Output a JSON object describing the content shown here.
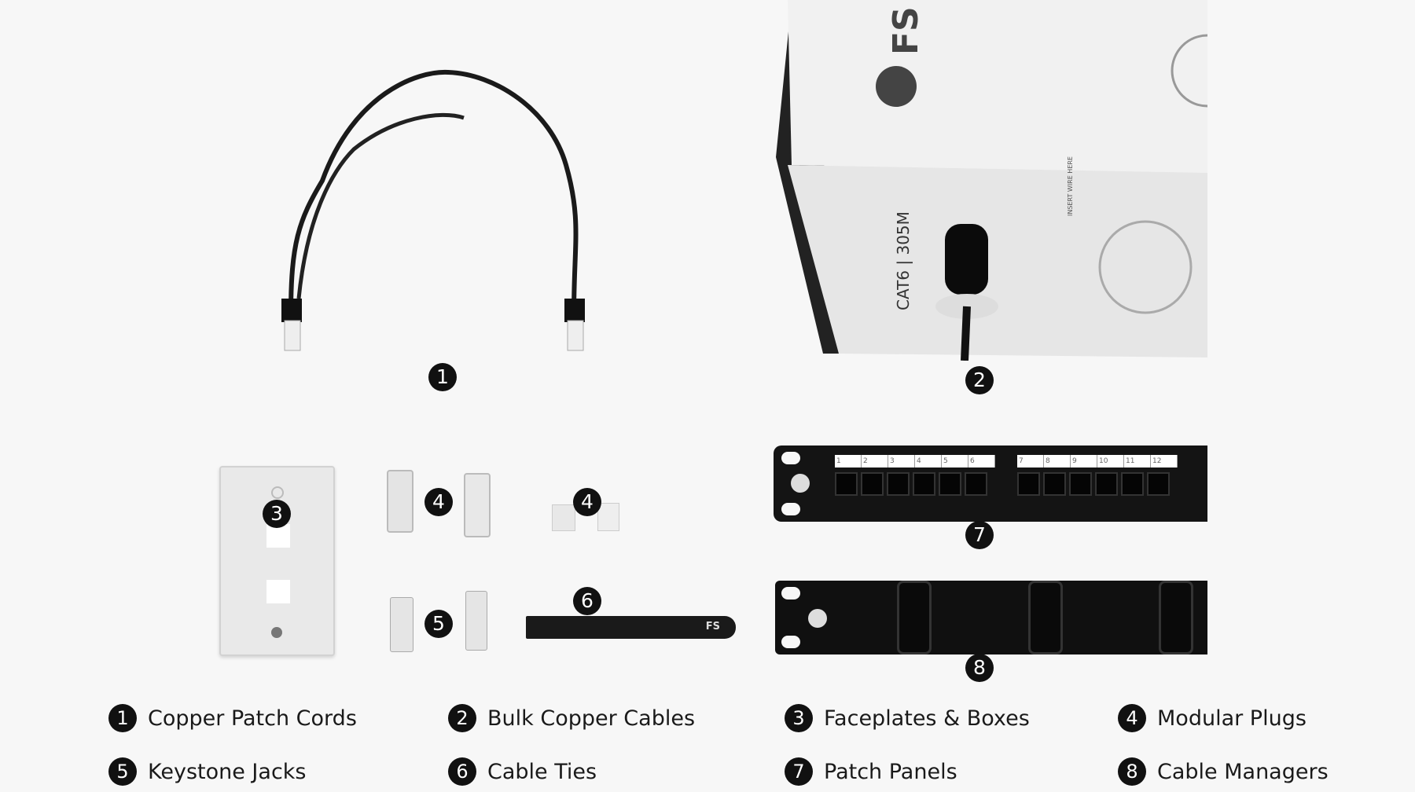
{
  "figure": {
    "badges": [
      "1",
      "2",
      "3",
      "4",
      "4",
      "5",
      "6",
      "7",
      "8"
    ],
    "box_print": {
      "brand": "FS",
      "spec": "CAT6 | 305M",
      "note": "INSERT WIRE HERE"
    },
    "cable_tie_brand": "FS",
    "patch_panel_labels": [
      "1",
      "2",
      "3",
      "4",
      "5",
      "6",
      "7",
      "8",
      "9",
      "10",
      "11",
      "12"
    ]
  },
  "legend": [
    {
      "num": "1",
      "label": "Copper Patch Cords"
    },
    {
      "num": "2",
      "label": "Bulk Copper Cables"
    },
    {
      "num": "3",
      "label": "Faceplates & Boxes"
    },
    {
      "num": "4",
      "label": "Modular Plugs"
    },
    {
      "num": "5",
      "label": "Keystone Jacks"
    },
    {
      "num": "6",
      "label": "Cable Ties"
    },
    {
      "num": "7",
      "label": "Patch Panels"
    },
    {
      "num": "8",
      "label": "Cable Managers"
    }
  ]
}
